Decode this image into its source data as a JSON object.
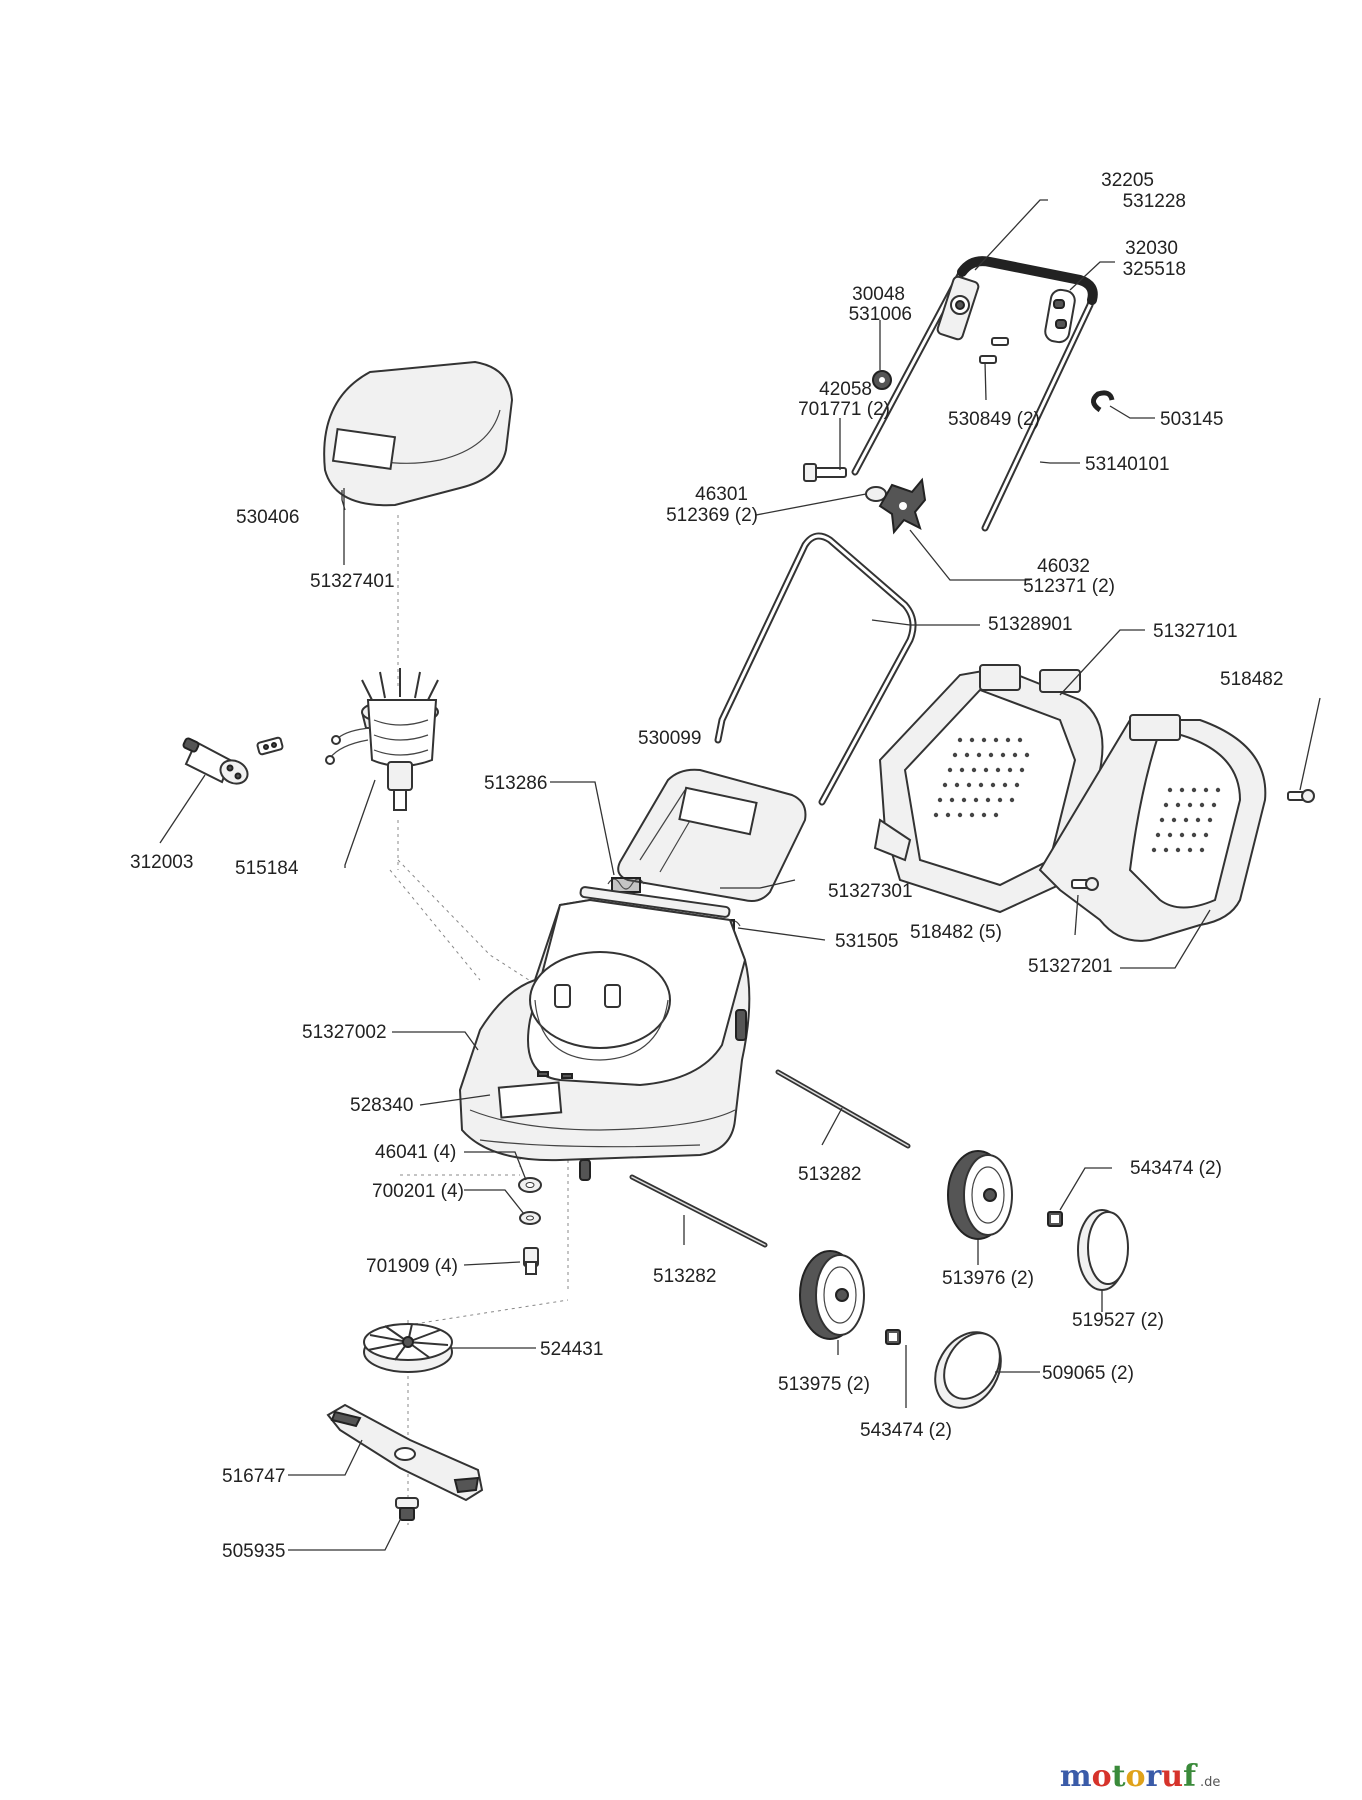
{
  "labels": {
    "p32205": "32205",
    "p531228": "531228",
    "p32030": "32030",
    "p325518": "325518",
    "p30048": "30048",
    "p531006": "531006",
    "p42058": "42058",
    "p701771": "701771 (2)",
    "p530849": "530849 (2)",
    "p503145": "503145",
    "p53140101": "53140101",
    "p46301": "46301",
    "p512369": "512369 (2)",
    "p46032": "46032",
    "p512371": "512371 (2)",
    "p530406": "530406",
    "p51327401": "51327401",
    "p51328901": "51328901",
    "p51327101": "51327101",
    "p518482": "518482",
    "p530099": "530099",
    "p312003": "312003",
    "p515184": "515184",
    "p513286": "513286",
    "p51327301": "51327301",
    "p531505": "531505",
    "p518482_5": "518482 (5)",
    "p51327201": "51327201",
    "p51327002": "51327002",
    "p528340": "528340",
    "p46041": "46041 (4)",
    "p700201": "700201 (4)",
    "p701909": "701909 (4)",
    "p513282a": "513282",
    "p513282b": "513282",
    "p543474a": "543474 (2)",
    "p513976": "513976 (2)",
    "p519527": "519527 (2)",
    "p524431": "524431",
    "p513975": "513975 (2)",
    "p509065": "509065 (2)",
    "p543474b": "543474 (2)",
    "p516747": "516747",
    "p505935": "505935"
  },
  "watermark": {
    "letters": [
      "m",
      "o",
      "t",
      "o",
      "r",
      "u",
      "f"
    ],
    "letter_colors": [
      "#3a5ba8",
      "#d6332b",
      "#3a8a3a",
      "#e0a21a",
      "#3a5ba8",
      "#d6332b",
      "#3a8a3a"
    ],
    "suffix": ".de"
  }
}
